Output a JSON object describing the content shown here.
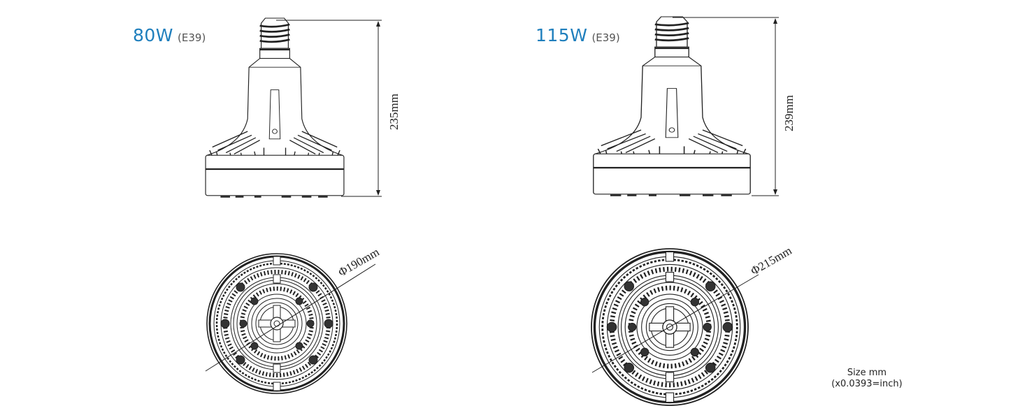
{
  "products": [
    {
      "wattage": "80W",
      "base": "(E39)",
      "height_label": "235mm",
      "diameter_label": "Φ190mm"
    },
    {
      "wattage": "115W",
      "base": "(E39)",
      "height_label": "239mm",
      "diameter_label": "Φ215mm"
    }
  ],
  "note": {
    "line1": "Size mm",
    "line2": "(x0.0393=inch)"
  },
  "colors": {
    "accent": "#1f7fbd",
    "line": "#222222"
  }
}
